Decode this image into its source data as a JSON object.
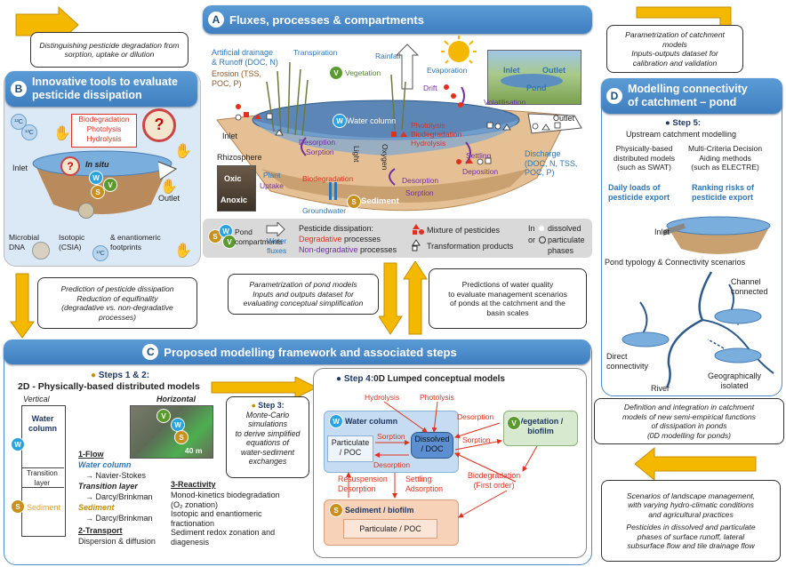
{
  "notes": {
    "n1": "Distinguishing pesticide degradation from sorption, uptake or dilution",
    "n2": [
      "Prediction of pesticide dissipation",
      "Reduction of equifinality",
      "(degradative vs. non-degradative processes)"
    ],
    "n3": [
      "Parametrization of pond models",
      "Inputs and outputs dataset for",
      "evaluating conceptual simplification"
    ],
    "n4": [
      "Predictions of water quality",
      "to evaluate management scenarios",
      "of ponds  at the catchment and the",
      "basin scales"
    ],
    "n5": [
      "Parametrization of catchment",
      "models",
      "Inputs-outputs dataset for",
      "calibration and validation"
    ],
    "n6": [
      "Definition and integration in catchment",
      "models of new semi-empirical functions",
      "of dissipation in ponds",
      "(0D modelling for ponds)"
    ],
    "n7": [
      "Scenarios of landscape management,",
      "with varying hydro-climatic conditions",
      "and agricultural practices",
      "Pesticides in dissolved and particulate",
      "phases of surface runoff, lateral",
      "subsurface flow and tile drainage flow"
    ]
  },
  "panelA": {
    "letter": "A",
    "title": "Fluxes, processes & compartments",
    "labels": {
      "drainage": [
        "Artificial drainage",
        "& Runoff (DOC, N)"
      ],
      "erosion": [
        "Erosion (TSS,",
        "POC, P)"
      ],
      "transpiration": "Transpiration",
      "vegetation": "Vegetation",
      "rainfall": "Rainfall",
      "evaporation": "Evaporation",
      "drift": "Drift",
      "volatilisation": "Volatilisation",
      "inlet": "Inlet",
      "outlet": "Outlet",
      "photo_inlet": "Inlet",
      "photo_outlet": "Outlet",
      "photo_pond": "Pond",
      "water_column": "Water column",
      "photolysis": "Photolysis",
      "biodeg1": "Biodegradation",
      "hydrolysis": "Hydrolysis",
      "desorption1": "Desorption",
      "sorption1": "Sorption",
      "rhizosphere": "Rhizosphere",
      "light": "Light",
      "oxygen": "Oxygen",
      "biodeg2": "Biodegradation",
      "plant": "Plant",
      "uptake": "Uptake",
      "settling": "Settling",
      "deposition": "Deposition",
      "desorption2": "Desorption",
      "sorption2": "Sorption",
      "oxic": "Oxic",
      "anoxic": "Anoxic",
      "sediment": "Sediment",
      "groundwater": "Groundwater",
      "discharge": [
        "Discharge",
        "(DOC, N, TSS,",
        "POC, P)"
      ]
    },
    "legend": {
      "compartments": [
        "Pond",
        "compartments"
      ],
      "water_fluxes": [
        "Water",
        "fluxes"
      ],
      "dissipation_title": "Pesticide dissipation:",
      "degradative": "Degradative",
      "degradative_suffix": " processes",
      "nondegradative": "Non-degradative",
      "nondegradative_suffix": " processes",
      "mixture": "Mixture of pesticides",
      "transformation": "Transformation products",
      "phase_in": "In",
      "phase_dissolved": "dissolved",
      "phase_or": "or",
      "phase_particulate": "particulate",
      "phase_phases": "phases"
    }
  },
  "panelB": {
    "letter": "B",
    "title": [
      "Innovative tools to evaluate",
      "pesticide dissipation"
    ],
    "box": [
      "Biodegradation",
      "Photolysis",
      "Hydrolysis"
    ],
    "in_situ": "In situ",
    "inlet": "Inlet",
    "outlet": "Outlet",
    "microbial": [
      "Microbial",
      "DNA"
    ],
    "isotopic": [
      "Isotopic",
      "(CSIA)"
    ],
    "enantiomeric": [
      "& enantiomeric",
      "footprints"
    ]
  },
  "panelC": {
    "letter": "C",
    "title": "Proposed modelling framework and associated steps",
    "steps12": "Steps 1 & 2:",
    "model2d": "2D - Physically-based distributed models",
    "vertical": "Vertical",
    "horizontal": "Horizontal",
    "water_column": [
      "Water",
      "column"
    ],
    "transition": [
      "Transition",
      "layer"
    ],
    "sediment": "Sediment",
    "scale": "40 m",
    "flow_title": "1-Flow",
    "flow_wc": "Water column",
    "flow_wc_eq": "→ Navier-Stokes",
    "flow_tl": "Transition layer",
    "flow_tl_eq": "→ Darcy/Brinkman",
    "flow_sed": "Sediment",
    "flow_sed_eq": "→ Darcy/Brinkman",
    "transport_title": "2-Transport",
    "transport_text": "Dispersion & diffusion",
    "react_title": "3-Reactivity",
    "react_lines": [
      "Monod-kinetics biodegradation",
      "(O₂ zonation)",
      "Isotopic and enantiomeric",
      "fractionation",
      "Sediment redox zonation and",
      "diagenesis"
    ],
    "step3_title": "Step 3:",
    "step3_text": [
      "Monte-Carlo",
      "simulations",
      "to derive simplified",
      "equations of",
      "water-sediment",
      "exchanges"
    ],
    "step4_title": "Step 4:",
    "step4_text": "0D Lumped conceptual models",
    "hydrolysis": "Hydrolysis",
    "photolysis": "Photolysis",
    "water_column_box": "Water column",
    "particulate": [
      "Particulate",
      "/ POC"
    ],
    "dissolved": [
      "Dissolved",
      "/ DOC"
    ],
    "sorption": "Sorption",
    "desorption": "Desorption",
    "veg_biofilm": [
      "Vegetation /",
      "biofilm"
    ],
    "desorption_r": "Desorption",
    "sorption_r": "Sorption",
    "resuspension": [
      "Resuspension",
      "Desorption"
    ],
    "settling": [
      "Settling",
      "Adsorption"
    ],
    "biodeg": [
      "Biodegradation",
      "(First order)"
    ],
    "sed_biofilm": "Sediment / biofilm",
    "sed_particulate": "Particulate / POC"
  },
  "panelD": {
    "letter": "D",
    "title": [
      "Modelling connectivity",
      "of catchment – pond"
    ],
    "step5": "Step 5:",
    "upstream": "Upstream catchment modelling",
    "phys": [
      "Physically-based",
      "distributed models",
      "(such as SWAT)"
    ],
    "mcda": [
      "Multi-Criteria  Decision",
      "Aiding methods",
      "(such as ELECTRE)"
    ],
    "daily": [
      "Daily loads of",
      "pesticide export"
    ],
    "ranking": [
      "Ranking risks of",
      "pesticide export"
    ],
    "inlet": "Inlet",
    "typology": "Pond typology & Connectivity scenarios",
    "channel": [
      "Channel",
      "connected"
    ],
    "direct": [
      "Direct",
      "connectivity"
    ],
    "river": "River",
    "geo": [
      "Geographically",
      "isolated"
    ]
  },
  "colors": {
    "header": "#4a8ccb",
    "degradative": "#e0301e",
    "nondegradative": "#7030a0",
    "water": "#2e75b6",
    "arrow": "#f5b800"
  }
}
